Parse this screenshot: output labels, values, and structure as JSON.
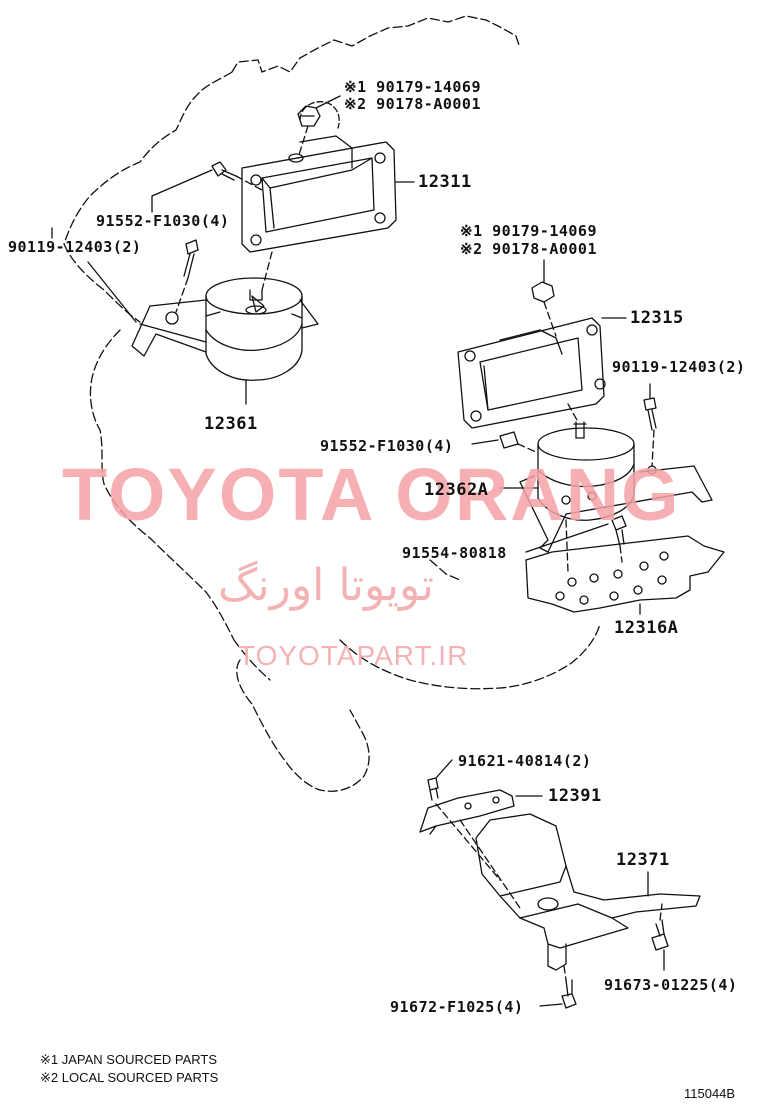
{
  "watermark": {
    "main": "TOYOTA ORANG",
    "persian": "تویوتا اورنگ",
    "url": "TOYOTAPART.IR"
  },
  "labels": {
    "top_mark1": "※1 90179-14069",
    "top_mark2": "※2 90178-A0001",
    "p12311": "12311",
    "p91552_top": "91552-F1030(4)",
    "p90119_left": "90119-12403(2)",
    "p12361": "12361",
    "mid_mark1": "※1 90179-14069",
    "mid_mark2": "※2 90178-A0001",
    "p12315": "12315",
    "p90119_right": "90119-12403(2)",
    "p91552_mid": "91552-F1030(4)",
    "p12362A": "12362A",
    "p91554": "91554-80818",
    "p12316A": "12316A",
    "p91621": "91621-40814(2)",
    "p12391": "12391",
    "p12371": "12371",
    "p91673": "91673-01225(4)",
    "p91672": "91672-F1025(4)"
  },
  "notes": {
    "n1": "※1 JAPAN SOURCED PARTS",
    "n2": "※2 LOCAL SOURCED PARTS"
  },
  "figure_code": "115044B"
}
